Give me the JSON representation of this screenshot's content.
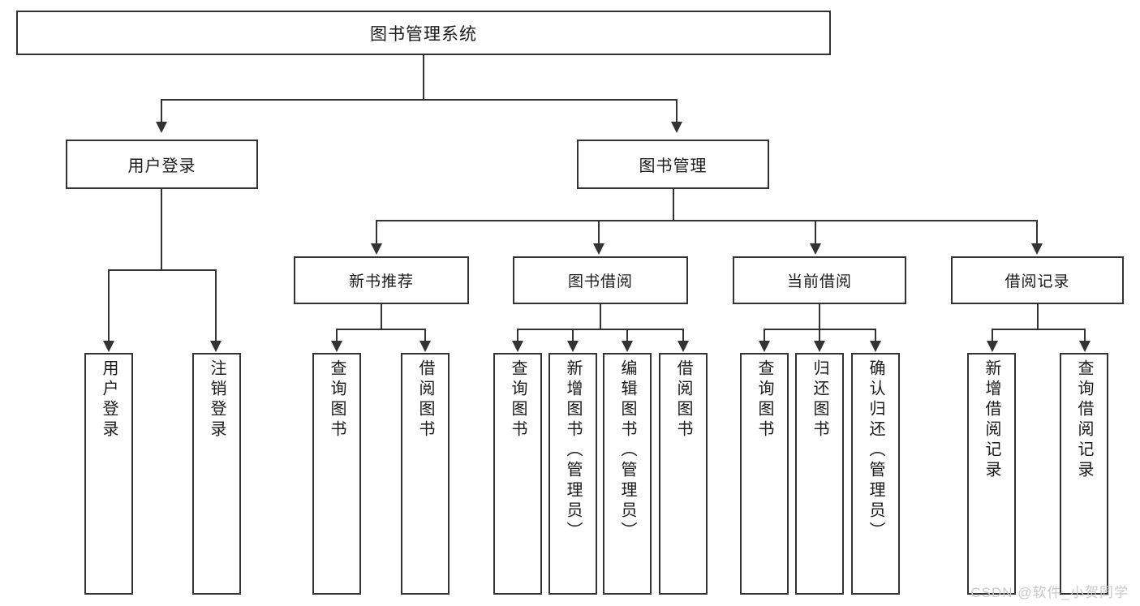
{
  "diagram": {
    "title": "图书管理系统",
    "type": "tree",
    "watermark": "CSDN @软件_小贺同学",
    "colors": {
      "stroke": "#333333",
      "fill": "#ffffff",
      "text": "#1a1a1a",
      "watermark": "#c9c9c9"
    },
    "root": {
      "label": "图书管理系统"
    },
    "level2": [
      {
        "label": "用户登录"
      },
      {
        "label": "图书管理"
      }
    ],
    "level3": [
      {
        "label": "新书推荐"
      },
      {
        "label": "图书借阅"
      },
      {
        "label": "当前借阅"
      },
      {
        "label": "借阅记录"
      }
    ],
    "leaves": {
      "user_login": [
        {
          "label": "用户登录"
        },
        {
          "label": "注销登录"
        }
      ],
      "new_book_recommend": [
        {
          "label": "查询图书"
        },
        {
          "label": "借阅图书"
        }
      ],
      "book_borrow": [
        {
          "label": "查询图书"
        },
        {
          "label": "新增图书（管理员）"
        },
        {
          "label": "编辑图书（管理员）"
        },
        {
          "label": "借阅图书"
        }
      ],
      "current_borrow": [
        {
          "label": "查询图书"
        },
        {
          "label": "归还图书"
        },
        {
          "label": "确认归还（管理员）"
        }
      ],
      "borrow_record": [
        {
          "label": "新增借阅记录"
        },
        {
          "label": "查询借阅记录"
        }
      ]
    }
  }
}
